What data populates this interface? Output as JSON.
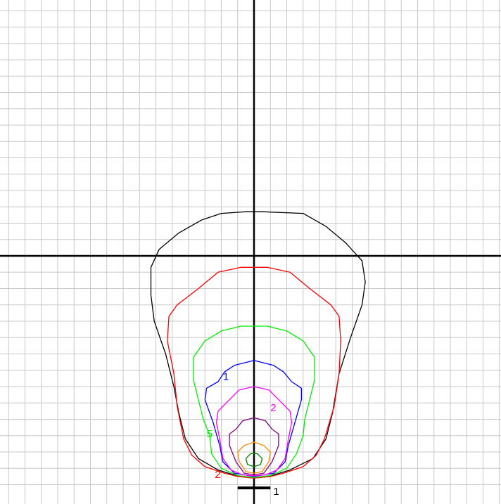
{
  "chart_data": {
    "type": "contour",
    "title": "",
    "xlabel": "",
    "ylabel": "",
    "grid": true,
    "xlim": [
      -7.5,
      7.5
    ],
    "ylim": [
      -7,
      7.5
    ],
    "grid_step": 0.5,
    "axis_color": "#000000",
    "grid_color": "#c8c8c8",
    "source_bar": {
      "x": [
        -0.5,
        0.5
      ],
      "y": -7.1,
      "color": "#000000",
      "label": "1"
    },
    "contours": [
      {
        "level": "",
        "color": "#000000",
        "points": [
          [
            -0.25,
            1.35
          ],
          [
            -1,
            1.3
          ],
          [
            -1.6,
            1.1
          ],
          [
            -2.3,
            0.7
          ],
          [
            -2.9,
            0.2
          ],
          [
            -3.15,
            -0.35
          ],
          [
            -3.15,
            -1.2
          ],
          [
            -3.05,
            -2
          ],
          [
            -2.7,
            -3
          ],
          [
            -2.45,
            -4
          ],
          [
            -2.3,
            -4.8
          ],
          [
            -2.1,
            -5.6
          ],
          [
            -1.7,
            -6.2
          ],
          [
            -1.1,
            -6.55
          ],
          [
            -0.45,
            -6.75
          ],
          [
            0,
            -6.8
          ],
          [
            0.45,
            -6.75
          ],
          [
            1.1,
            -6.55
          ],
          [
            1.8,
            -6.2
          ],
          [
            2.2,
            -5.6
          ],
          [
            2.4,
            -4.8
          ],
          [
            2.6,
            -3.6
          ],
          [
            2.95,
            -2.5
          ],
          [
            3.3,
            -1.5
          ],
          [
            3.4,
            -0.8
          ],
          [
            3.3,
            -0.15
          ],
          [
            2.8,
            0.4
          ],
          [
            2.2,
            0.9
          ],
          [
            1.5,
            1.3
          ],
          [
            0.25,
            1.35
          ]
        ]
      },
      {
        "level": "2",
        "color": "#ff0000",
        "points": [
          [
            -0.4,
            -0.35
          ],
          [
            -1.1,
            -0.5
          ],
          [
            -1.7,
            -1
          ],
          [
            -2.35,
            -1.5
          ],
          [
            -2.6,
            -1.85
          ],
          [
            -2.65,
            -2.6
          ],
          [
            -2.45,
            -3.6
          ],
          [
            -2.35,
            -4.6
          ],
          [
            -2.15,
            -5.6
          ],
          [
            -1.9,
            -6.1
          ],
          [
            -1.5,
            -6.45
          ],
          [
            -0.9,
            -6.65
          ],
          [
            -0.5,
            -6.75
          ],
          [
            0,
            -6.8
          ],
          [
            0.5,
            -6.75
          ],
          [
            0.9,
            -6.65
          ],
          [
            1.5,
            -6.45
          ],
          [
            1.9,
            -6.1
          ],
          [
            2.15,
            -5.6
          ],
          [
            2.45,
            -4.6
          ],
          [
            2.6,
            -3.6
          ],
          [
            2.65,
            -2.6
          ],
          [
            2.6,
            -1.85
          ],
          [
            2.35,
            -1.5
          ],
          [
            1.7,
            -1
          ],
          [
            1.1,
            -0.5
          ],
          [
            0.4,
            -0.35
          ]
        ]
      },
      {
        "level": "5",
        "color": "#00ee00",
        "points": [
          [
            -0.4,
            -2.15
          ],
          [
            -1,
            -2.3
          ],
          [
            -1.5,
            -2.6
          ],
          [
            -1.85,
            -3.1
          ],
          [
            -1.85,
            -3.8
          ],
          [
            -1.7,
            -4.4
          ],
          [
            -1.55,
            -5
          ],
          [
            -1.35,
            -5.5
          ],
          [
            -1.3,
            -6.05
          ],
          [
            -1,
            -6.5
          ],
          [
            -0.5,
            -6.72
          ],
          [
            0,
            -6.78
          ],
          [
            0.5,
            -6.72
          ],
          [
            1,
            -6.5
          ],
          [
            1.3,
            -6.05
          ],
          [
            1.5,
            -5.5
          ],
          [
            1.55,
            -5
          ],
          [
            1.7,
            -4.4
          ],
          [
            1.85,
            -3.8
          ],
          [
            1.85,
            -3.1
          ],
          [
            1.5,
            -2.6
          ],
          [
            1,
            -2.3
          ],
          [
            0.4,
            -2.15
          ]
        ]
      },
      {
        "level": "1",
        "color": "#0000ff",
        "points": [
          [
            0,
            -3.2
          ],
          [
            -0.6,
            -3.35
          ],
          [
            -0.9,
            -3.55
          ],
          [
            -1.1,
            -3.85
          ],
          [
            -1.45,
            -4.05
          ],
          [
            -1.5,
            -4.4
          ],
          [
            -1.25,
            -5.1
          ],
          [
            -1.05,
            -5.8
          ],
          [
            -0.95,
            -6.3
          ],
          [
            -0.6,
            -6.65
          ],
          [
            0,
            -6.75
          ],
          [
            0.6,
            -6.65
          ],
          [
            0.95,
            -6.3
          ],
          [
            1.05,
            -5.8
          ],
          [
            1.25,
            -5.1
          ],
          [
            1.45,
            -4.4
          ],
          [
            1.45,
            -4.05
          ],
          [
            1.15,
            -3.85
          ],
          [
            0.9,
            -3.55
          ],
          [
            0.6,
            -3.35
          ]
        ]
      },
      {
        "level": "2",
        "color": "#ff00ff",
        "points": [
          [
            0,
            -4
          ],
          [
            -0.45,
            -4.1
          ],
          [
            -0.75,
            -4.4
          ],
          [
            -1.1,
            -4.75
          ],
          [
            -1.15,
            -5.1
          ],
          [
            -1.05,
            -5.6
          ],
          [
            -0.95,
            -6.2
          ],
          [
            -0.7,
            -6.55
          ],
          [
            -0.35,
            -6.7
          ],
          [
            0,
            -6.73
          ],
          [
            0.35,
            -6.7
          ],
          [
            0.7,
            -6.55
          ],
          [
            0.95,
            -6.2
          ],
          [
            1.05,
            -5.6
          ],
          [
            1.15,
            -5.1
          ],
          [
            1.1,
            -4.75
          ],
          [
            0.75,
            -4.4
          ],
          [
            0.45,
            -4.1
          ]
        ]
      },
      {
        "level": "",
        "color": "#800080",
        "points": [
          [
            0,
            -4.95
          ],
          [
            -0.35,
            -5.05
          ],
          [
            -0.55,
            -5.3
          ],
          [
            -0.75,
            -5.45
          ],
          [
            -0.75,
            -5.8
          ],
          [
            -0.55,
            -6.3
          ],
          [
            -0.3,
            -6.65
          ],
          [
            0,
            -6.7
          ],
          [
            0.3,
            -6.65
          ],
          [
            0.55,
            -6.3
          ],
          [
            0.75,
            -5.8
          ],
          [
            0.75,
            -5.45
          ],
          [
            0.55,
            -5.3
          ],
          [
            0.35,
            -5.05
          ]
        ]
      },
      {
        "level": "",
        "color": "#ff8c00",
        "points": [
          [
            0,
            -5.7
          ],
          [
            -0.3,
            -5.8
          ],
          [
            -0.5,
            -6
          ],
          [
            -0.45,
            -6.3
          ],
          [
            -0.25,
            -6.6
          ],
          [
            0,
            -6.65
          ],
          [
            0.25,
            -6.6
          ],
          [
            0.45,
            -6.3
          ],
          [
            0.5,
            -6
          ],
          [
            0.3,
            -5.8
          ]
        ]
      },
      {
        "level": "",
        "color": "#008000",
        "points": [
          [
            -0.1,
            -6.05
          ],
          [
            -0.25,
            -6.2
          ],
          [
            -0.2,
            -6.38
          ],
          [
            0,
            -6.45
          ],
          [
            0.2,
            -6.38
          ],
          [
            0.25,
            -6.2
          ],
          [
            0.1,
            -6.05
          ]
        ]
      }
    ],
    "annotations": [
      {
        "text": "1",
        "color": "#0000ff",
        "x": -0.95,
        "y": -3.8
      },
      {
        "text": "2",
        "color": "#ff00ff",
        "x": 0.5,
        "y": -4.75
      },
      {
        "text": "5",
        "color": "#00ee00",
        "x": -1.45,
        "y": -5.55
      },
      {
        "text": "2",
        "color": "#ff0000",
        "x": -1.2,
        "y": -6.8
      }
    ]
  }
}
